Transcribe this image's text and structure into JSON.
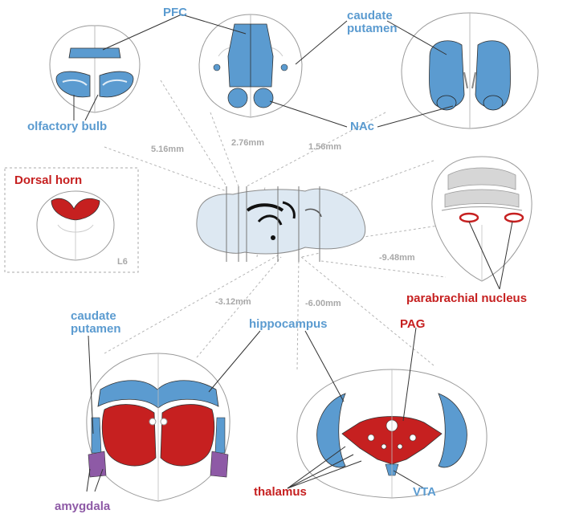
{
  "labels": {
    "pfc": "PFC",
    "caudate_putamen_top": "caudate\nputamen",
    "olfactory_bulb": "olfactory bulb",
    "nac": "NAc",
    "dorsal_horn": "Dorsal horn",
    "l6": "L6",
    "parabrachial_nucleus": "parabrachial nucleus",
    "caudate_putamen_bottom": "caudate\nputamen",
    "hippocampus": "hippocampus",
    "pag": "PAG",
    "amygdala": "amygdala",
    "thalamus": "thalamus",
    "vta": "VTA"
  },
  "distances": {
    "d1": "5.16mm",
    "d2": "2.76mm",
    "d3": "1.56mm",
    "d4": "-9.48mm",
    "d5": "-3.12mm",
    "d6": "-6.00mm"
  },
  "colors": {
    "target_blue": "#5b9bd0",
    "target_red": "#c62020",
    "target_purple": "#8e5aa6",
    "brain_fill": "#dde8f2",
    "outline_gray": "#8c8c8c"
  }
}
